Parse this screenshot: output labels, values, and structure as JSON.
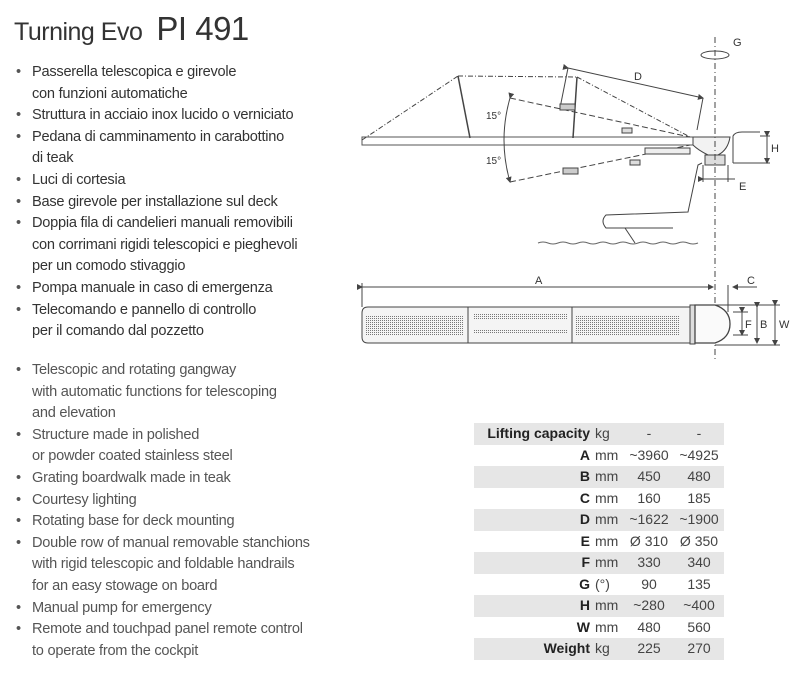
{
  "title": {
    "model": "Turning Evo",
    "code": "PI 491"
  },
  "features_it": [
    [
      "Passerella telescopica e girevole",
      "con funzioni automatiche"
    ],
    [
      "Struttura in acciaio inox lucido o verniciato"
    ],
    [
      "Pedana di camminamento in carabottino",
      "di teak"
    ],
    [
      "Luci di cortesia"
    ],
    [
      "Base girevole per installazione sul deck"
    ],
    [
      "Doppia fila di candelieri manuali removibili",
      "con corrimani rigidi telescopici e pieghevoli",
      "per un comodo stivaggio"
    ],
    [
      "Pompa manuale in caso di emergenza"
    ],
    [
      "Telecomando e pannello di controllo",
      "per il comando dal pozzetto"
    ]
  ],
  "features_en": [
    [
      "Telescopic and rotating gangway",
      "with automatic functions for telescoping",
      "and elevation"
    ],
    [
      "Structure made in polished",
      "or powder coated stainless steel"
    ],
    [
      "Grating boardwalk made in teak"
    ],
    [
      "Courtesy lighting"
    ],
    [
      "Rotating base for deck mounting"
    ],
    [
      "Double row of manual removable stanchions",
      "with rigid telescopic and foldable handrails",
      "for an easy stowage on board"
    ],
    [
      "Manual pump for emergency"
    ],
    [
      "Remote and touchpad panel remote control",
      "to operate from the cockpit"
    ]
  ],
  "diagram_labels": {
    "A": "A",
    "B": "B",
    "C": "C",
    "D": "D",
    "E": "E",
    "F": "F",
    "G": "G",
    "H": "H",
    "W": "W",
    "angle_up": "15°",
    "angle_down": "15°"
  },
  "specs": [
    {
      "key": "Lifting capacity",
      "unit": "kg",
      "v1": "-",
      "v2": "-"
    },
    {
      "key": "A",
      "unit": "mm",
      "v1": "~3960",
      "v2": "~4925"
    },
    {
      "key": "B",
      "unit": "mm",
      "v1": "450",
      "v2": "480"
    },
    {
      "key": "C",
      "unit": "mm",
      "v1": "160",
      "v2": "185"
    },
    {
      "key": "D",
      "unit": "mm",
      "v1": "~1622",
      "v2": "~1900"
    },
    {
      "key": "E",
      "unit": "mm",
      "v1": "Ø 310",
      "v2": "Ø 350"
    },
    {
      "key": "F",
      "unit": "mm",
      "v1": "330",
      "v2": "340"
    },
    {
      "key": "G",
      "unit": "(°)",
      "v1": "90",
      "v2": "135"
    },
    {
      "key": "H",
      "unit": "mm",
      "v1": "~280",
      "v2": "~400"
    },
    {
      "key": "W",
      "unit": "mm",
      "v1": "480",
      "v2": "560"
    },
    {
      "key": "Weight",
      "unit": "kg",
      "v1": "225",
      "v2": "270"
    }
  ]
}
